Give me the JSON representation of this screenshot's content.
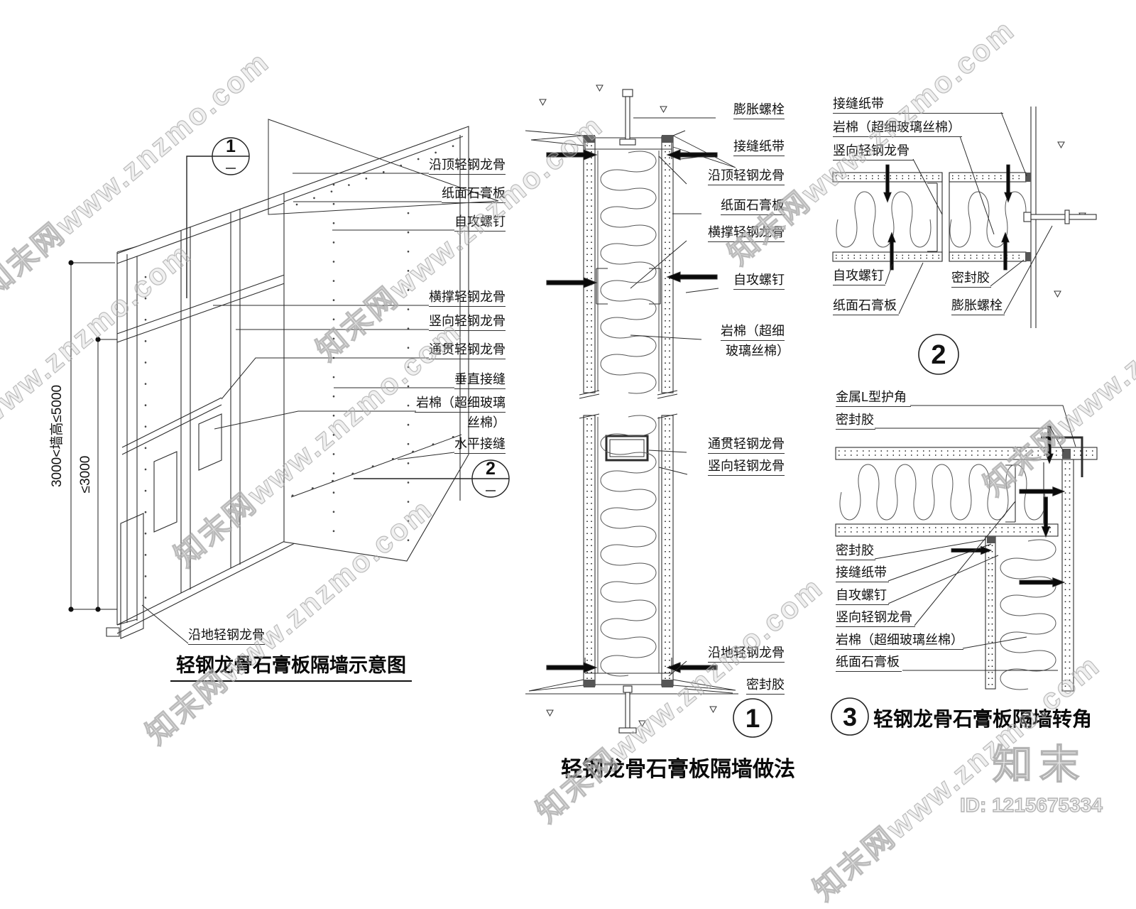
{
  "watermark": {
    "text": "知末网www.znzmo.com",
    "brand": "知末",
    "id_label": "ID: 1215675334"
  },
  "titles": {
    "main": "轻钢龙骨石膏板隔墙做法",
    "axon": "轻钢龙骨石膏板隔墙示意图",
    "detail3": "轻钢龙骨石膏板隔墙转角"
  },
  "bubbles": {
    "axon_section": "1",
    "axon_detail": "2",
    "detail1": "1",
    "detail2": "2",
    "detail3": "3"
  },
  "dimensions": {
    "outer": "3000<墙高≤5000",
    "inner": "≤3000"
  },
  "axon_labels": {
    "top_runner": "沿顶轻钢龙骨",
    "board": "纸面石膏板",
    "screw": "自攻螺钉",
    "cross_brace": "横撑轻钢龙骨",
    "vertical_stud": "竖向轻钢龙骨",
    "through_runner": "通贯轻钢龙骨",
    "vertical_joint": "垂直接缝",
    "insulation_1": "岩棉（超细玻璃",
    "insulation_2": "丝棉）",
    "horizontal_joint": "水平接缝",
    "floor_runner": "沿地轻钢龙骨"
  },
  "detail1_labels": {
    "anchor_bolt": "膨胀螺栓",
    "tape": "接缝纸带",
    "top_runner": "沿顶轻钢龙骨",
    "board": "纸面石膏板",
    "cross_brace": "横撑轻钢龙骨",
    "screw": "自攻螺钉",
    "insulation_1": "岩棉（超细",
    "insulation_2": "玻璃丝棉）",
    "through_runner": "通贯轻钢龙骨",
    "vertical_stud": "竖向轻钢龙骨",
    "floor_runner": "沿地轻钢龙骨",
    "sealant": "密封胶"
  },
  "detail2_labels": {
    "tape": "接缝纸带",
    "insulation": "岩棉（超细玻璃丝棉）",
    "vertical_stud": "竖向轻钢龙骨",
    "screw": "自攻螺钉",
    "board": "纸面石膏板",
    "sealant": "密封胶",
    "anchor_bolt": "膨胀螺栓"
  },
  "detail3_labels": {
    "corner_bead": "金属L型护角",
    "sealant_top": "密封胶",
    "sealant": "密封胶",
    "tape": "接缝纸带",
    "screw": "自攻螺钉",
    "vertical_stud": "竖向轻钢龙骨",
    "insulation": "岩棉（超细玻璃丝棉）",
    "board": "纸面石膏板"
  }
}
